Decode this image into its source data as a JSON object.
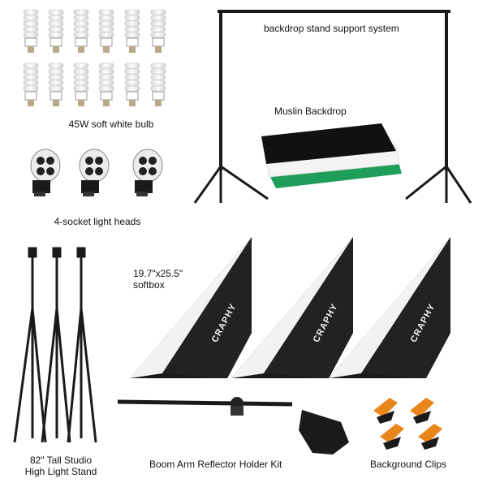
{
  "labels": {
    "bulbs": "45W soft white bulb",
    "sockets": "4-socket light heads",
    "backdrop_stand": "backdrop stand support system",
    "muslin": "Muslin Backdrop",
    "softbox_size_line1": "19.7\"x25.5\"",
    "softbox_size_line2": "softbox",
    "light_stand_line1": "82\" Tall Studio",
    "light_stand_line2": "High Light Stand",
    "boom_arm": "Boom Arm Reflector Holder Kit",
    "clips": "Background Clips"
  },
  "softbox_brand": "CRAPHY",
  "colors": {
    "backdrop_black": "#111111",
    "backdrop_white": "#f4f4f4",
    "backdrop_green": "#1f9e5a",
    "clip_orange": "#e9861b",
    "stand_black": "#1a1a1a",
    "softbox_white": "#f7f7f7"
  }
}
